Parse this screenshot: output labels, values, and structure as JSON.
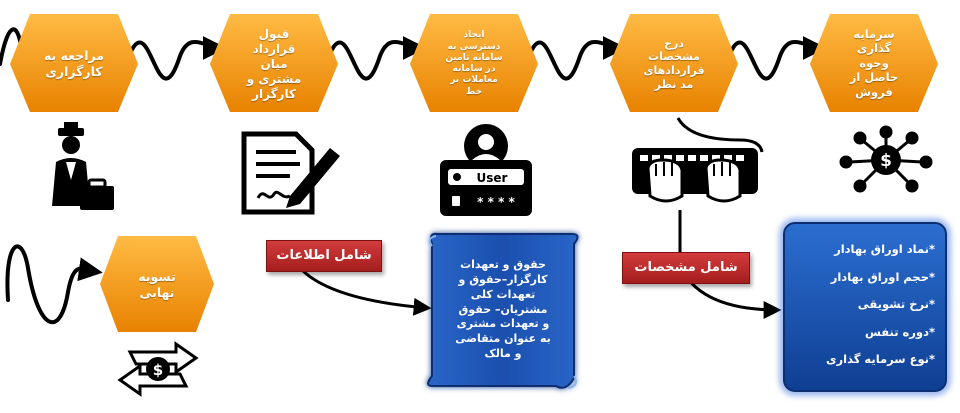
{
  "steps": [
    {
      "label": "مراجعه به\nکارگزاری"
    },
    {
      "label": "قبول\nقرارداد\nمیان\nمشتری و\nکارگزار"
    },
    {
      "label": "ایجاد\nدسترسی به\nسامانه تامین\nدر سامانه\nمعاملات بر\nخط"
    },
    {
      "label": "درج\nمشخصات\nقراردادهای\nمد نظر"
    },
    {
      "label": "سرمایه\nگذاری\nوجوه\nحاصل از\nفروش"
    },
    {
      "label": "تسویه\nنهایی"
    }
  ],
  "icons": [
    "broker-person-icon",
    "contract-signing-icon",
    "user-login-card-icon",
    "keyboard-hands-icon",
    "money-network-icon",
    "money-exchange-icon"
  ],
  "user_card": {
    "username": "User",
    "password": "* * * *"
  },
  "tags": {
    "info": "شامل اطلاعات",
    "specs": "شامل مشخصات"
  },
  "info_scroll": "حقوق و تعهدات\nکارگزار–حقوق و\nتعهدات کلی\nمشتریان– حقوق\nو تعهدات مشتری\nبه عنوان متقاضی\nو مالک",
  "specs_list": [
    "*نماد اوراق بهادار",
    "*حجم اوراق بهادار",
    "*نرخ تشویقی",
    "*دوره تنفس",
    "*نوع سرمایه گذاری"
  ],
  "colors": {
    "hex_top": "#ffb13a",
    "hex_bottom": "#e98400",
    "tag_red": "#b82222",
    "box_blue": "#1c56b3"
  }
}
